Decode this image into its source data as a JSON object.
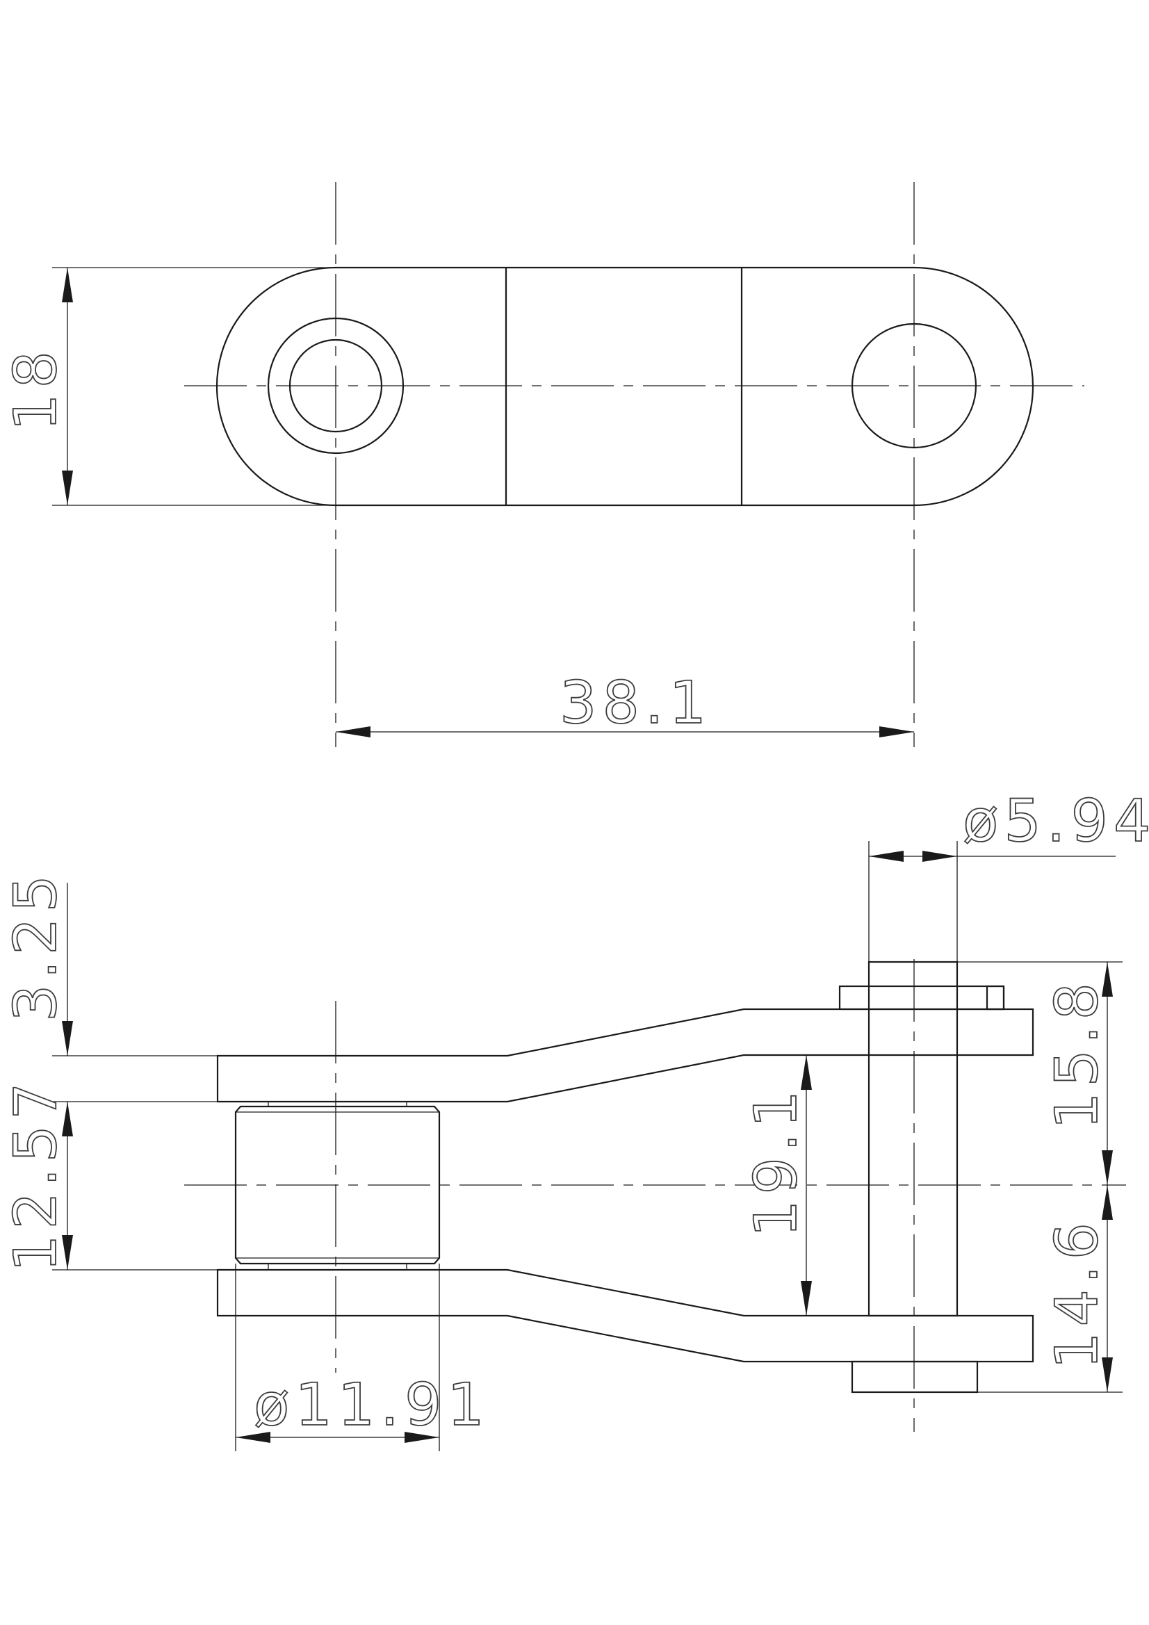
{
  "drawing": {
    "stroke_color": "#1a1a1a",
    "background": "#ffffff"
  },
  "top_view": {
    "dimensions": {
      "height": "18",
      "pitch": "38.1"
    }
  },
  "side_view": {
    "dimensions": {
      "pin_diameter": "ø5.94",
      "plate_offset": "3.25",
      "roller_half": "12.57",
      "inner_width": "19.1",
      "pin_upper": "15.8",
      "pin_lower": "14.6",
      "roller_diameter": "ø11.91"
    }
  }
}
